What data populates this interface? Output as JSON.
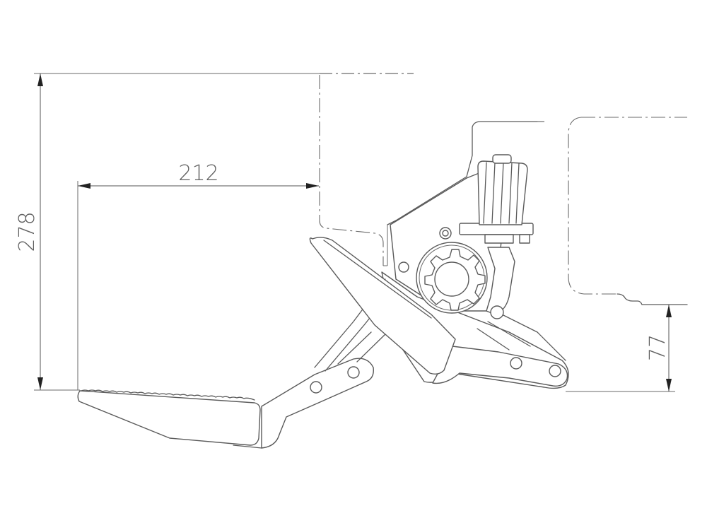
{
  "drawing": {
    "type": "technical-engineering-drawing",
    "subject": "deployable vehicle side step mechanism (side view)",
    "line_color": "#5a5a5a",
    "background": "#ffffff",
    "dimensions": {
      "overall_height": {
        "label": "278",
        "orientation": "vertical",
        "position": "left"
      },
      "horizontal_reach": {
        "label": "212",
        "orientation": "horizontal",
        "position": "upper-left"
      },
      "ground_clearance": {
        "label": "77",
        "orientation": "vertical",
        "position": "right"
      }
    },
    "components": [
      "step-tread-deployed",
      "step-tread-retracted",
      "linkage-arms",
      "motor-gear-housing",
      "electric-motor",
      "mounting-bracket",
      "vehicle-body-outline"
    ]
  }
}
